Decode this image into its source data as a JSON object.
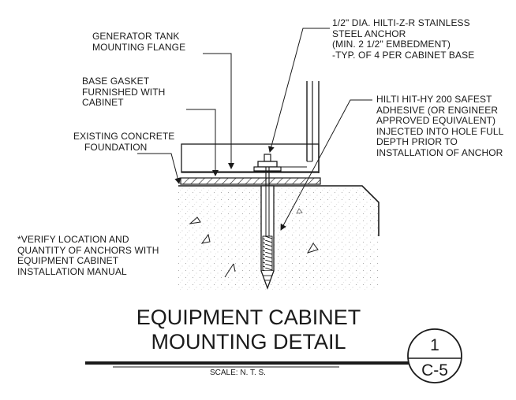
{
  "notes": {
    "anchor": [
      "1/2\" DIA. HILTI-Z-R STAINLESS",
      "STEEL ANCHOR",
      "(MIN. 2 1/2\" EMBEDMENT)",
      "-TYP. OF 4 PER CABINET BASE"
    ],
    "flange": [
      "GENERATOR TANK",
      "MOUNTING FLANGE"
    ],
    "gasket": [
      "BASE GASKET",
      "FURNISHED WITH",
      "CABINET"
    ],
    "adhesive": [
      "HILTI HIT-HY 200 SAFEST",
      "ADHESIVE (OR ENGINEER",
      "APPROVED EQUIVALENT)",
      "INJECTED INTO HOLE FULL",
      "DEPTH PRIOR TO",
      "INSTALLATION OF ANCHOR"
    ],
    "foundation": [
      "EXISTING CONCRETE",
      "FOUNDATION"
    ],
    "verify": [
      "*VERIFY LOCATION AND",
      "QUANTITY OF ANCHORS WITH",
      "EQUIPMENT CABINET",
      "INSTALLATION MANUAL"
    ]
  },
  "title": {
    "line1": "EQUIPMENT CABINET",
    "line2": "MOUNTING DETAIL",
    "scale": "SCALE: N. T. S."
  },
  "detail_bubble": {
    "number": "1",
    "sheet": "C-5"
  }
}
